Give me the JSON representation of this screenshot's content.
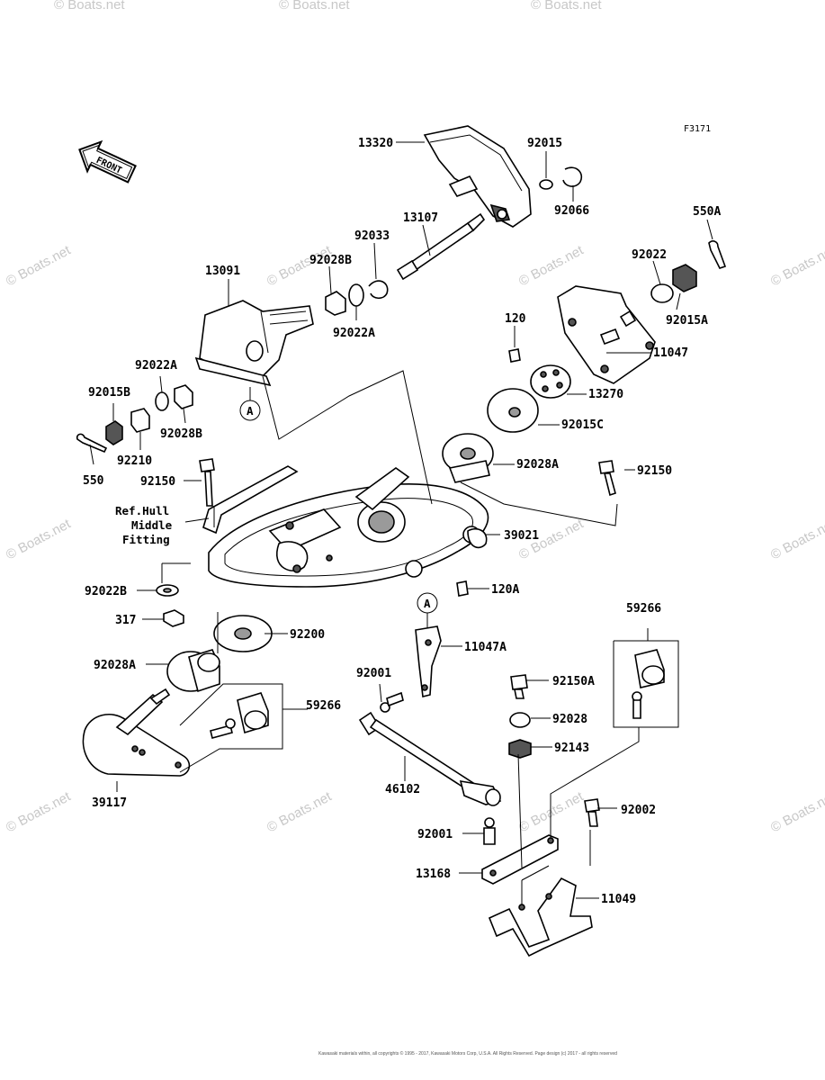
{
  "figure_id": "F3171",
  "front_label": "FRONT",
  "ref_note": [
    "Ref.Hull",
    "Middle",
    "Fitting"
  ],
  "callout_A": "A",
  "watermark": "© Boats.net",
  "copyright": "Kawasaki materials within, all copyrights © 1995 - 2017, Kawasaki Motors Corp, U.S.A. All Rights Reserved. Page design (c) 2017 - all rights reserved",
  "labels": [
    "13320",
    "92015",
    "92066",
    "13107",
    "92033",
    "550A",
    "13091",
    "92028B",
    "92022",
    "92022A",
    "92015A",
    "11047",
    "120",
    "92022A",
    "13270",
    "92015B",
    "92028B",
    "92015C",
    "92210",
    "92028A",
    "550",
    "92150",
    "92150",
    "39021",
    "120A",
    "92022B",
    "317",
    "92200",
    "59266",
    "92028A",
    "11047A",
    "92001",
    "92150A",
    "59266",
    "92028",
    "92143",
    "39117",
    "46102",
    "92002",
    "92001",
    "13168",
    "11049"
  ],
  "colors": {
    "ink": "#000000",
    "watermark": "#c8c8c8",
    "background": "#ffffff"
  }
}
